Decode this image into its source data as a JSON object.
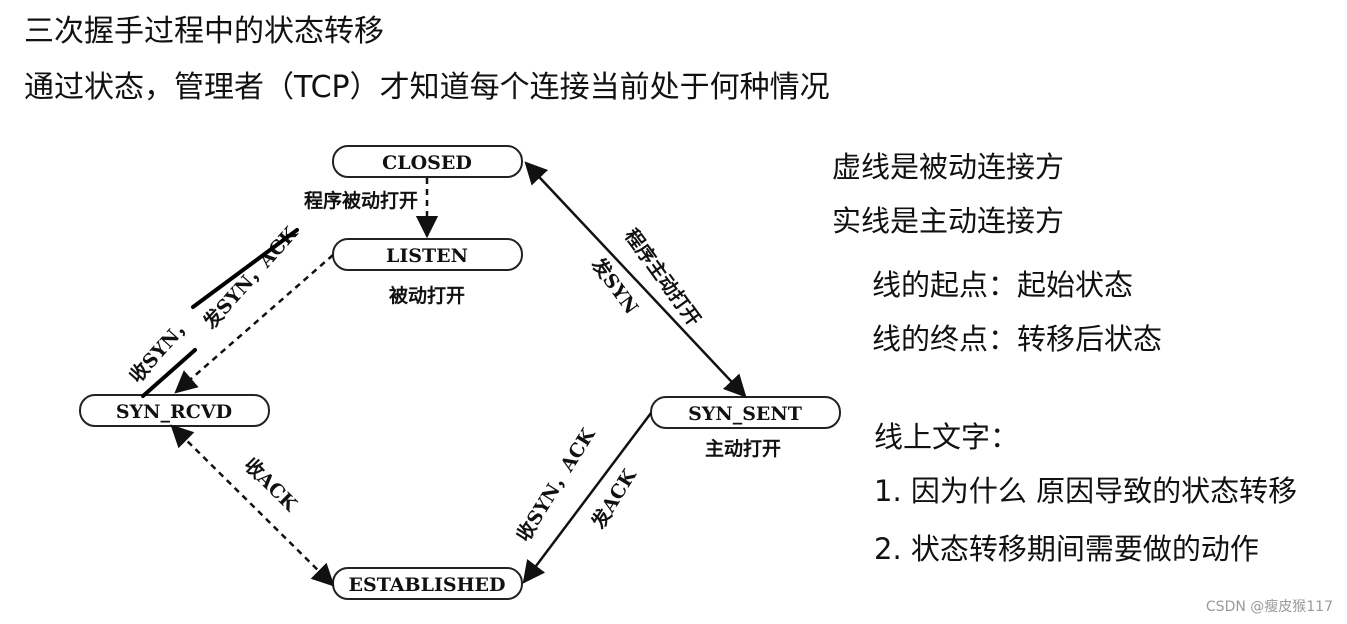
{
  "heading": {
    "title": "三次握手过程中的状态转移",
    "subtitle": "通过状态，管理者（TCP）才知道每个连接当前处于何种情况"
  },
  "states": {
    "closed": "CLOSED",
    "listen": "LISTEN",
    "syn_rcvd": "SYN_RCVD",
    "syn_sent": "SYN_SENT",
    "established": "ESTABLISHED"
  },
  "state_captions": {
    "listen": "被动打开",
    "syn_sent": "主动打开"
  },
  "edges": {
    "closed_to_listen": "程序被动打开",
    "listen_to_synrcvd_recv": "收SYN，",
    "listen_to_synrcvd_send": "发SYN，ACK",
    "closed_to_synsent_1": "程序主动打开",
    "closed_to_synsent_2": "发SYN",
    "synrcvd_to_established": "收ACK",
    "synsent_to_established_recv": "收SYN，ACK",
    "synsent_to_established_send": "发ACK"
  },
  "notes": {
    "dashed": "虚线是被动连接方",
    "solid": "实线是主动连接方",
    "line_start": "线的起点：起始状态",
    "line_end": "线的终点：转移后状态",
    "text_heading": "线上文字：",
    "text_item1": "1. 因为什么 原因导致的状态转移",
    "text_item2": "2. 状态转移期间需要做的动作"
  },
  "watermark": "CSDN @瘦皮猴117"
}
